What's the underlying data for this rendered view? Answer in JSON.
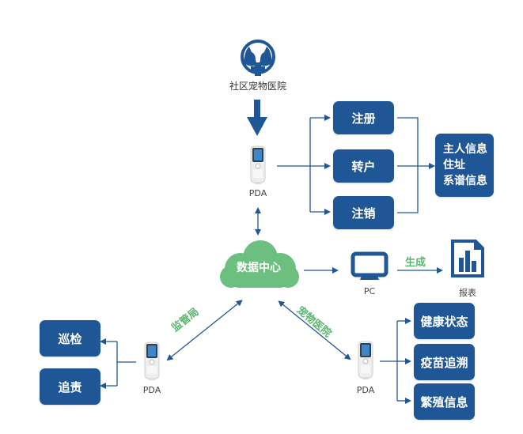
{
  "source": {
    "label": "社区宠物医院",
    "icon": "pet-hospital-icon"
  },
  "top_pda": {
    "label": "PDA"
  },
  "registration_actions": [
    {
      "label": "注册"
    },
    {
      "label": "转户"
    },
    {
      "label": "注销"
    }
  ],
  "registration_info": {
    "lines": [
      "主人信息",
      "住址",
      "系谱信息"
    ]
  },
  "data_center": {
    "label": "数据中心"
  },
  "pc": {
    "label": "PC"
  },
  "generate_label": "生成",
  "report": {
    "label": "报表"
  },
  "supervision": {
    "link_label": "监管局",
    "pda_label": "PDA",
    "actions": [
      {
        "label": "巡检"
      },
      {
        "label": "追责"
      }
    ]
  },
  "hospital": {
    "link_label": "宠物医院",
    "pda_label": "PDA",
    "actions": [
      {
        "label": "健康状态"
      },
      {
        "label": "疫苗追溯"
      },
      {
        "label": "繁殖信息"
      }
    ]
  },
  "colors": {
    "primary": "#1f5796",
    "green": "#5bb56e",
    "cloud": "#6cbf7f"
  }
}
